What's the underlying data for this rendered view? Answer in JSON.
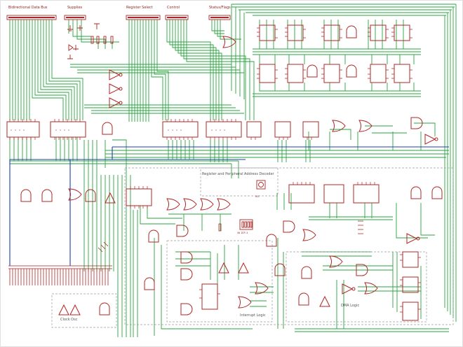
{
  "schematic": {
    "header_labels": {
      "data_bus": "Bidirectional Data Bus",
      "supplies": "Supplies",
      "register_select": "Register Select",
      "control": "Control",
      "status_flags": "Status/Flags"
    },
    "section_titles": {
      "register_decoder": "Register and Peripheral Address Decoder",
      "interrupt_logic": "Interrupt Logic",
      "dma_logic": "DMA Logic",
      "clock_osc": "Clock Osc"
    },
    "part_labels": {
      "dip_switch": "SW DIP-4",
      "osc": "OSC"
    },
    "colors": {
      "wire": "#27a33e",
      "part": "#b02525",
      "bus": "#1d3fa6",
      "frame": "#9a9a9a"
    }
  }
}
